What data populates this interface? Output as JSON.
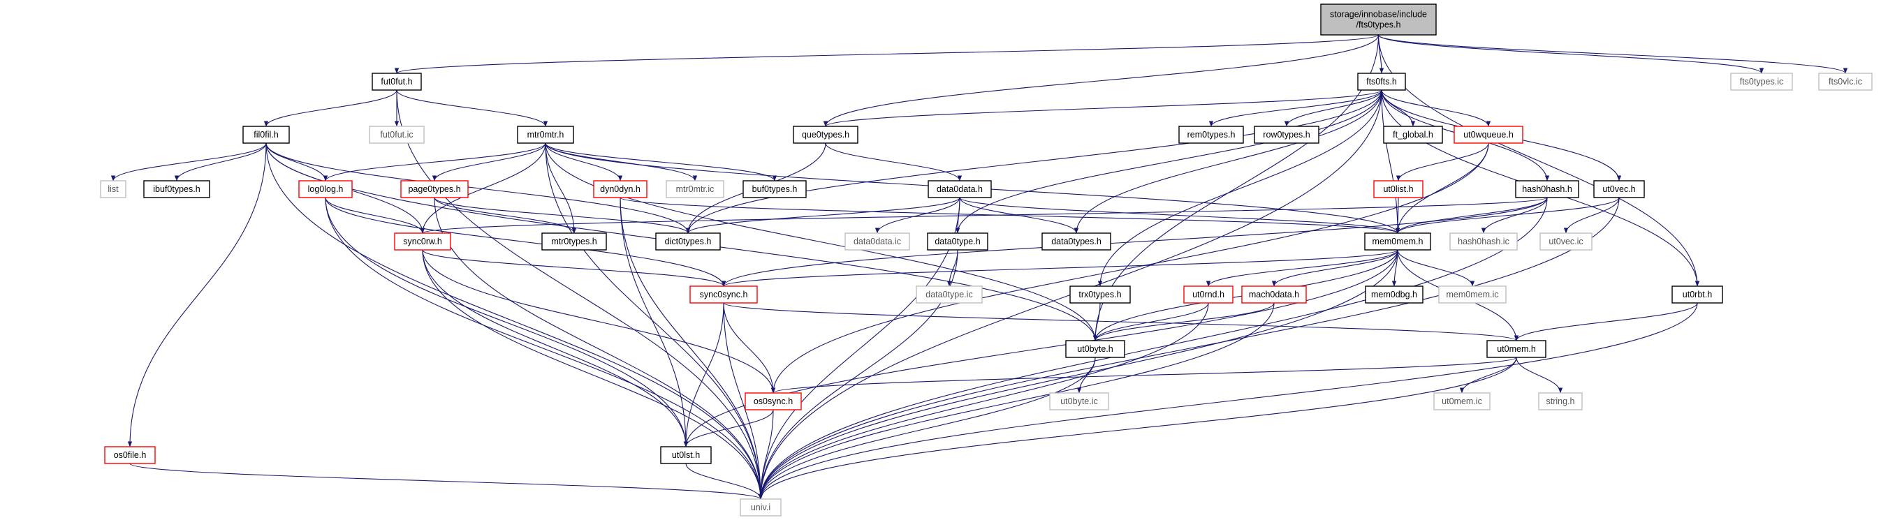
{
  "colors": {
    "edge": "#191970",
    "root_fill": "#bfbfbf",
    "box_black": "#000000",
    "box_red": "#ff0000",
    "box_gray": "#bfbfbf",
    "text": "#000000",
    "text_gray": "#555555"
  },
  "nodes": [
    {
      "id": "root",
      "lines": [
        "storage/innobase/include",
        "/fts0types.h"
      ],
      "style": "root"
    },
    {
      "id": "fut0fut_h",
      "lines": [
        "fut0fut.h"
      ],
      "style": "black"
    },
    {
      "id": "fts0fts_h",
      "lines": [
        "fts0fts.h"
      ],
      "style": "black"
    },
    {
      "id": "fts0types_ic",
      "lines": [
        "fts0types.ic"
      ],
      "style": "gray"
    },
    {
      "id": "fts0vlc_ic",
      "lines": [
        "fts0vlc.ic"
      ],
      "style": "gray"
    },
    {
      "id": "fil0fil_h",
      "lines": [
        "fil0fil.h"
      ],
      "style": "black"
    },
    {
      "id": "fut0fut_ic",
      "lines": [
        "fut0fut.ic"
      ],
      "style": "gray"
    },
    {
      "id": "mtr0mtr_h",
      "lines": [
        "mtr0mtr.h"
      ],
      "style": "black"
    },
    {
      "id": "que0types_h",
      "lines": [
        "que0types.h"
      ],
      "style": "black"
    },
    {
      "id": "rem0types_h",
      "lines": [
        "rem0types.h"
      ],
      "style": "black"
    },
    {
      "id": "row0types_h",
      "lines": [
        "row0types.h"
      ],
      "style": "black"
    },
    {
      "id": "ft_global_h",
      "lines": [
        "ft_global.h"
      ],
      "style": "black"
    },
    {
      "id": "ut0wqueue_h",
      "lines": [
        "ut0wqueue.h"
      ],
      "style": "red"
    },
    {
      "id": "hash0hash_h",
      "lines": [
        "hash0hash.h"
      ],
      "style": "black"
    },
    {
      "id": "ut0vec_h",
      "lines": [
        "ut0vec.h"
      ],
      "style": "black"
    },
    {
      "id": "ut0list_h",
      "lines": [
        "ut0list.h"
      ],
      "style": "red"
    },
    {
      "id": "list",
      "lines": [
        "list"
      ],
      "style": "gray"
    },
    {
      "id": "ibuf0types_h",
      "lines": [
        "ibuf0types.h"
      ],
      "style": "black"
    },
    {
      "id": "log0log_h",
      "lines": [
        "log0log.h"
      ],
      "style": "red"
    },
    {
      "id": "page0types_h",
      "lines": [
        "page0types.h"
      ],
      "style": "red"
    },
    {
      "id": "dyn0dyn_h",
      "lines": [
        "dyn0dyn.h"
      ],
      "style": "red"
    },
    {
      "id": "mtr0mtr_ic",
      "lines": [
        "mtr0mtr.ic"
      ],
      "style": "gray"
    },
    {
      "id": "buf0types_h",
      "lines": [
        "buf0types.h"
      ],
      "style": "black"
    },
    {
      "id": "data0data_h",
      "lines": [
        "data0data.h"
      ],
      "style": "black"
    },
    {
      "id": "sync0rw_h",
      "lines": [
        "sync0rw.h"
      ],
      "style": "red"
    },
    {
      "id": "mtr0types_h",
      "lines": [
        "mtr0types.h"
      ],
      "style": "black"
    },
    {
      "id": "dict0types_h",
      "lines": [
        "dict0types.h"
      ],
      "style": "black"
    },
    {
      "id": "data0data_ic",
      "lines": [
        "data0data.ic"
      ],
      "style": "gray"
    },
    {
      "id": "data0type_h",
      "lines": [
        "data0type.h"
      ],
      "style": "black"
    },
    {
      "id": "data0types_h",
      "lines": [
        "data0types.h"
      ],
      "style": "black"
    },
    {
      "id": "mem0mem_h",
      "lines": [
        "mem0mem.h"
      ],
      "style": "black"
    },
    {
      "id": "hash0hash_ic",
      "lines": [
        "hash0hash.ic"
      ],
      "style": "gray"
    },
    {
      "id": "ut0vec_ic",
      "lines": [
        "ut0vec.ic"
      ],
      "style": "gray"
    },
    {
      "id": "sync0sync_h",
      "lines": [
        "sync0sync.h"
      ],
      "style": "red"
    },
    {
      "id": "data0type_ic",
      "lines": [
        "data0type.ic"
      ],
      "style": "gray"
    },
    {
      "id": "trx0types_h",
      "lines": [
        "trx0types.h"
      ],
      "style": "black"
    },
    {
      "id": "ut0rnd_h",
      "lines": [
        "ut0rnd.h"
      ],
      "style": "red"
    },
    {
      "id": "mach0data_h",
      "lines": [
        "mach0data.h"
      ],
      "style": "red"
    },
    {
      "id": "mem0dbg_h",
      "lines": [
        "mem0dbg.h"
      ],
      "style": "black"
    },
    {
      "id": "mem0mem_ic",
      "lines": [
        "mem0mem.ic"
      ],
      "style": "gray"
    },
    {
      "id": "ut0rbt_h",
      "lines": [
        "ut0rbt.h"
      ],
      "style": "black"
    },
    {
      "id": "ut0byte_h",
      "lines": [
        "ut0byte.h"
      ],
      "style": "black"
    },
    {
      "id": "ut0mem_h",
      "lines": [
        "ut0mem.h"
      ],
      "style": "black"
    },
    {
      "id": "os0sync_h",
      "lines": [
        "os0sync.h"
      ],
      "style": "red"
    },
    {
      "id": "ut0byte_ic",
      "lines": [
        "ut0byte.ic"
      ],
      "style": "gray"
    },
    {
      "id": "ut0mem_ic",
      "lines": [
        "ut0mem.ic"
      ],
      "style": "gray"
    },
    {
      "id": "string_h",
      "lines": [
        "string.h"
      ],
      "style": "gray"
    },
    {
      "id": "os0file_h",
      "lines": [
        "os0file.h"
      ],
      "style": "red"
    },
    {
      "id": "ut0lst_h",
      "lines": [
        "ut0lst.h"
      ],
      "style": "black"
    },
    {
      "id": "univ_i",
      "lines": [
        "univ.i"
      ],
      "style": "gray"
    }
  ],
  "edges": [
    [
      "root",
      "fut0fut_h"
    ],
    [
      "root",
      "fts0fts_h"
    ],
    [
      "root",
      "que0types_h"
    ],
    [
      "root",
      "ut0byte_h"
    ],
    [
      "root",
      "ut0rbt_h"
    ],
    [
      "root",
      "fts0types_ic"
    ],
    [
      "root",
      "fts0vlc_ic"
    ],
    [
      "fut0fut_h",
      "fil0fil_h"
    ],
    [
      "fut0fut_h",
      "fut0fut_ic"
    ],
    [
      "fut0fut_h",
      "mtr0mtr_h"
    ],
    [
      "fut0fut_h",
      "univ_i"
    ],
    [
      "fil0fil_h",
      "list"
    ],
    [
      "fil0fil_h",
      "ibuf0types_h"
    ],
    [
      "fil0fil_h",
      "log0log_h"
    ],
    [
      "fil0fil_h",
      "sync0rw_h"
    ],
    [
      "fil0fil_h",
      "dict0types_h"
    ],
    [
      "fil0fil_h",
      "ut0byte_h"
    ],
    [
      "fil0fil_h",
      "os0file_h"
    ],
    [
      "fil0fil_h",
      "univ_i"
    ],
    [
      "mtr0mtr_h",
      "log0log_h"
    ],
    [
      "mtr0mtr_h",
      "page0types_h"
    ],
    [
      "mtr0mtr_h",
      "dyn0dyn_h"
    ],
    [
      "mtr0mtr_h",
      "mtr0mtr_ic"
    ],
    [
      "mtr0mtr_h",
      "buf0types_h"
    ],
    [
      "mtr0mtr_h",
      "sync0rw_h"
    ],
    [
      "mtr0mtr_h",
      "mtr0types_h"
    ],
    [
      "mtr0mtr_h",
      "ut0byte_h"
    ],
    [
      "mtr0mtr_h",
      "mem0mem_h"
    ],
    [
      "mtr0mtr_h",
      "univ_i"
    ],
    [
      "fts0fts_h",
      "que0types_h"
    ],
    [
      "fts0fts_h",
      "rem0types_h"
    ],
    [
      "fts0fts_h",
      "row0types_h"
    ],
    [
      "fts0fts_h",
      "ft_global_h"
    ],
    [
      "fts0fts_h",
      "ut0wqueue_h"
    ],
    [
      "fts0fts_h",
      "hash0hash_h"
    ],
    [
      "fts0fts_h",
      "ut0vec_h"
    ],
    [
      "fts0fts_h",
      "ut0rbt_h"
    ],
    [
      "fts0fts_h",
      "data0types_h"
    ],
    [
      "fts0fts_h",
      "data0type_h"
    ],
    [
      "fts0fts_h",
      "dict0types_h"
    ],
    [
      "fts0fts_h",
      "mem0mem_h"
    ],
    [
      "fts0fts_h",
      "trx0types_h"
    ],
    [
      "fts0fts_h",
      "univ_i"
    ],
    [
      "que0types_h",
      "data0data_h"
    ],
    [
      "que0types_h",
      "dict0types_h"
    ],
    [
      "ut0wqueue_h",
      "ut0list_h"
    ],
    [
      "ut0wqueue_h",
      "mem0mem_h"
    ],
    [
      "ut0wqueue_h",
      "os0sync_h"
    ],
    [
      "ut0list_h",
      "mem0mem_h"
    ],
    [
      "hash0hash_h",
      "mem0mem_h"
    ],
    [
      "hash0hash_h",
      "hash0hash_ic"
    ],
    [
      "hash0hash_h",
      "sync0rw_h"
    ],
    [
      "hash0hash_h",
      "sync0sync_h"
    ],
    [
      "hash0hash_h",
      "univ_i"
    ],
    [
      "ut0vec_h",
      "mem0mem_h"
    ],
    [
      "ut0vec_h",
      "ut0vec_ic"
    ],
    [
      "ut0vec_h",
      "univ_i"
    ],
    [
      "log0log_h",
      "sync0rw_h"
    ],
    [
      "log0log_h",
      "sync0sync_h"
    ],
    [
      "log0log_h",
      "ut0lst_h"
    ],
    [
      "log0log_h",
      "univ_i"
    ],
    [
      "page0types_h",
      "mtr0types_h"
    ],
    [
      "page0types_h",
      "dict0types_h"
    ],
    [
      "page0types_h",
      "univ_i"
    ],
    [
      "dyn0dyn_h",
      "ut0lst_h"
    ],
    [
      "dyn0dyn_h",
      "mem0mem_h"
    ],
    [
      "dyn0dyn_h",
      "univ_i"
    ],
    [
      "data0data_h",
      "dict0types_h"
    ],
    [
      "data0data_h",
      "data0data_ic"
    ],
    [
      "data0data_h",
      "data0type_h"
    ],
    [
      "data0data_h",
      "data0types_h"
    ],
    [
      "data0data_h",
      "mem0mem_h"
    ],
    [
      "data0data_h",
      "univ_i"
    ],
    [
      "data0type_h",
      "data0type_ic"
    ],
    [
      "data0type_h",
      "univ_i"
    ],
    [
      "sync0rw_h",
      "sync0sync_h"
    ],
    [
      "sync0rw_h",
      "os0sync_h"
    ],
    [
      "sync0rw_h",
      "ut0lst_h"
    ],
    [
      "sync0rw_h",
      "univ_i"
    ],
    [
      "mem0mem_h",
      "ut0rnd_h"
    ],
    [
      "mem0mem_h",
      "mach0data_h"
    ],
    [
      "mem0mem_h",
      "mem0dbg_h"
    ],
    [
      "mem0mem_h",
      "mem0mem_ic"
    ],
    [
      "mem0mem_h",
      "ut0mem_h"
    ],
    [
      "mem0mem_h",
      "ut0byte_h"
    ],
    [
      "mem0mem_h",
      "sync0sync_h"
    ],
    [
      "mem0mem_h",
      "ut0lst_h"
    ],
    [
      "mem0mem_h",
      "univ_i"
    ],
    [
      "sync0sync_h",
      "os0sync_h"
    ],
    [
      "sync0sync_h",
      "ut0lst_h"
    ],
    [
      "sync0sync_h",
      "ut0mem_h"
    ],
    [
      "sync0sync_h",
      "univ_i"
    ],
    [
      "trx0types_h",
      "ut0byte_h"
    ],
    [
      "ut0rnd_h",
      "ut0byte_h"
    ],
    [
      "ut0rnd_h",
      "univ_i"
    ],
    [
      "mach0data_h",
      "ut0byte_h"
    ],
    [
      "mach0data_h",
      "univ_i"
    ],
    [
      "ut0rbt_h",
      "ut0mem_h"
    ],
    [
      "ut0rbt_h",
      "univ_i"
    ],
    [
      "ut0byte_h",
      "ut0byte_ic"
    ],
    [
      "ut0byte_h",
      "univ_i"
    ],
    [
      "ut0mem_h",
      "ut0mem_ic"
    ],
    [
      "ut0mem_h",
      "string_h"
    ],
    [
      "ut0mem_h",
      "os0sync_h"
    ],
    [
      "ut0mem_h",
      "univ_i"
    ],
    [
      "os0sync_h",
      "ut0lst_h"
    ],
    [
      "os0sync_h",
      "univ_i"
    ],
    [
      "os0file_h",
      "univ_i"
    ],
    [
      "ut0lst_h",
      "univ_i"
    ]
  ]
}
